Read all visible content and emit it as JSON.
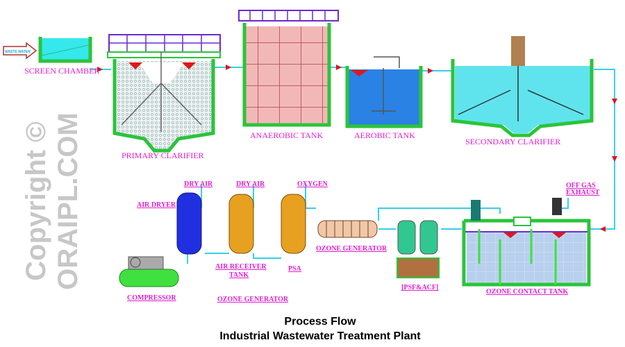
{
  "labels": {
    "waste_water": "WASTE WATER",
    "screen_chamber": "SCREEN CHAMBER",
    "primary_clarifier": "PRIMARY CLARIFIER",
    "anaerobic_tank": "ANAEROBIC TANK",
    "aerobic_tank": "AEROBIC TANK",
    "secondary_clarifier": "SECONDARY CLARIFIER",
    "air_dryer": "AIR DRYER",
    "dry_air_1": "DRY AIR",
    "dry_air_2": "DRY AIR",
    "oxygen": "OXYGEN",
    "air_receiver_tank_1": "AIR RECEIVER",
    "air_receiver_tank_2": "TANK",
    "psa": "PSA",
    "ozone_generator_unit": "OZONE GENERATOR",
    "psf_acf": "[PSF&ACF]",
    "off_gas_1": "OFF GAS",
    "off_gas_2": "EXHAUST",
    "ozone_contact_tank": "OZONE CONTACT TANK",
    "compressor": "COMPRESSOR",
    "ozone_generator_group": "OZONE GENERATOR"
  },
  "title": {
    "line1": "Process Flow",
    "line2": "Industrial Wastewater Treatment Plant"
  },
  "watermark": "Copyright © ORAIPL.COM",
  "colors": {
    "label": "#e020d0",
    "pipe": "#35d0e8",
    "wall": "#2bc43a",
    "railing": "#6a2bd0"
  }
}
